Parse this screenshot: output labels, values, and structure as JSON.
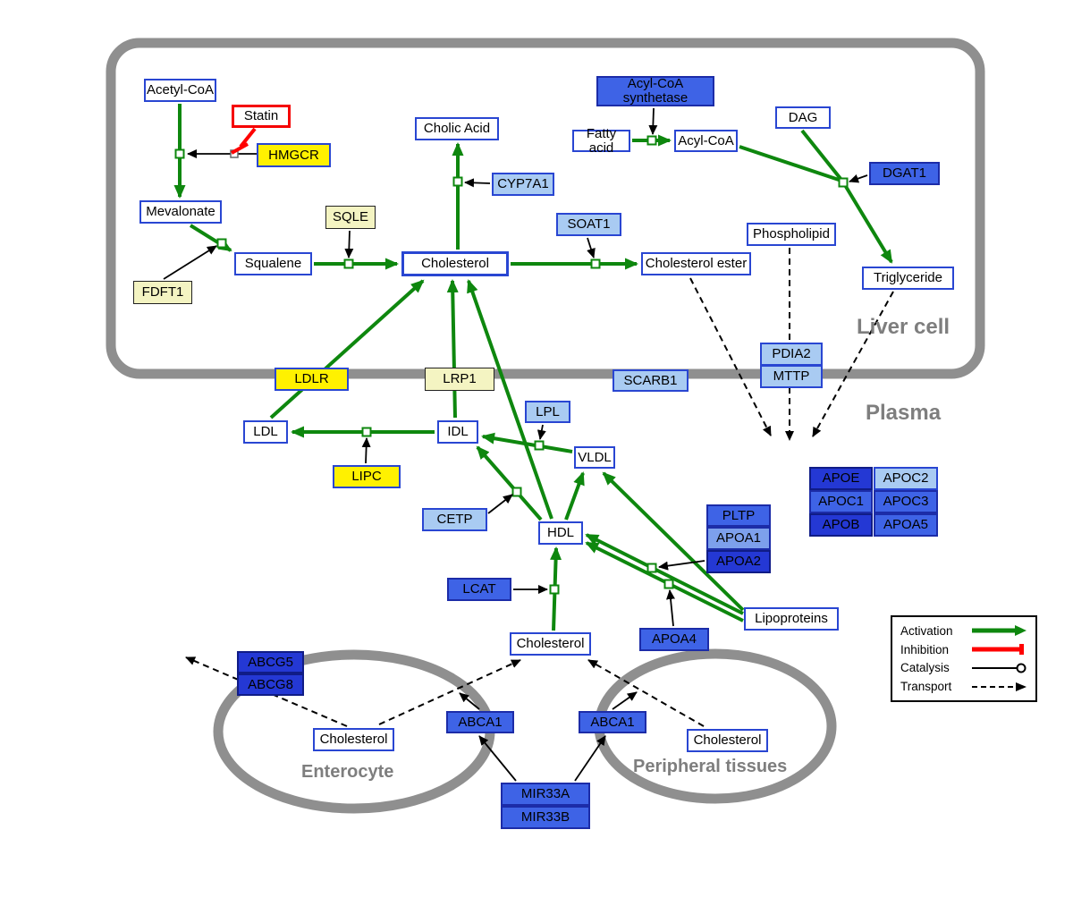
{
  "compartments": {
    "liver": "Liver cell",
    "plasma": "Plasma",
    "enterocyte": "Enterocyte",
    "peripheral": "Peripheral tissues"
  },
  "boxes": {
    "acetyl_coa": "Acetyl-CoA",
    "statin": "Statin",
    "hmgcr": "HMGCR",
    "mevalonate": "Mevalonate",
    "sqle": "SQLE",
    "fdft1": "FDFT1",
    "squalene": "Squalene",
    "cholesterol_liver": "Cholesterol",
    "cholic_acid": "Cholic Acid",
    "cyp7a1": "CYP7A1",
    "soat1": "SOAT1",
    "cholesterol_ester": "Cholesterol ester",
    "acyl_coa_synthetase": "Acyl-CoA synthetase",
    "fatty_acid": "Fatty acid",
    "acyl_coa": "Acyl-CoA",
    "dag": "DAG",
    "dgat1": "DGAT1",
    "phospholipid": "Phospholipid",
    "triglyceride": "Triglyceride",
    "ldlr": "LDLR",
    "lrp1": "LRP1",
    "scarb1": "SCARB1",
    "pdia2": "PDIA2",
    "mttp": "MTTP",
    "ldl": "LDL",
    "idl": "IDL",
    "lpl": "LPL",
    "vldl": "VLDL",
    "lipc": "LIPC",
    "cetp": "CETP",
    "hdl": "HDL",
    "lcat": "LCAT",
    "pltp": "PLTP",
    "apoa1": "APOA1",
    "apoa2": "APOA2",
    "apoe": "APOE",
    "apoc2": "APOC2",
    "apoc1": "APOC1",
    "apoc3": "APOC3",
    "apob": "APOB",
    "apoa5": "APOA5",
    "apoa4": "APOA4",
    "lipoproteins": "Lipoproteins",
    "cholesterol_plasma": "Cholesterol",
    "abcg5": "ABCG5",
    "abcg8": "ABCG8",
    "cholesterol_enterocyte": "Cholesterol",
    "abca1_enterocyte": "ABCA1",
    "abca1_peripheral": "ABCA1",
    "cholesterol_peripheral": "Cholesterol",
    "mir33a": "MIR33A",
    "mir33b": "MIR33B"
  },
  "legend": {
    "activation": "Activation",
    "inhibition": "Inhibition",
    "catalysis": "Catalysis",
    "transport": "Transport"
  },
  "colors": {
    "activation_green": "#0E870E",
    "inhibition_red": "#FF0000",
    "membrane_gray": "#8F8F8F",
    "metabolite_border_blue": "#2946D2",
    "gene_yellow": "#FFF100",
    "gene_pale_yellow": "#F4F4C2",
    "gene_light_blue": "#A9CBF2",
    "gene_medium_blue": "#3E63E6",
    "gene_dark_blue": "#2438D4"
  }
}
